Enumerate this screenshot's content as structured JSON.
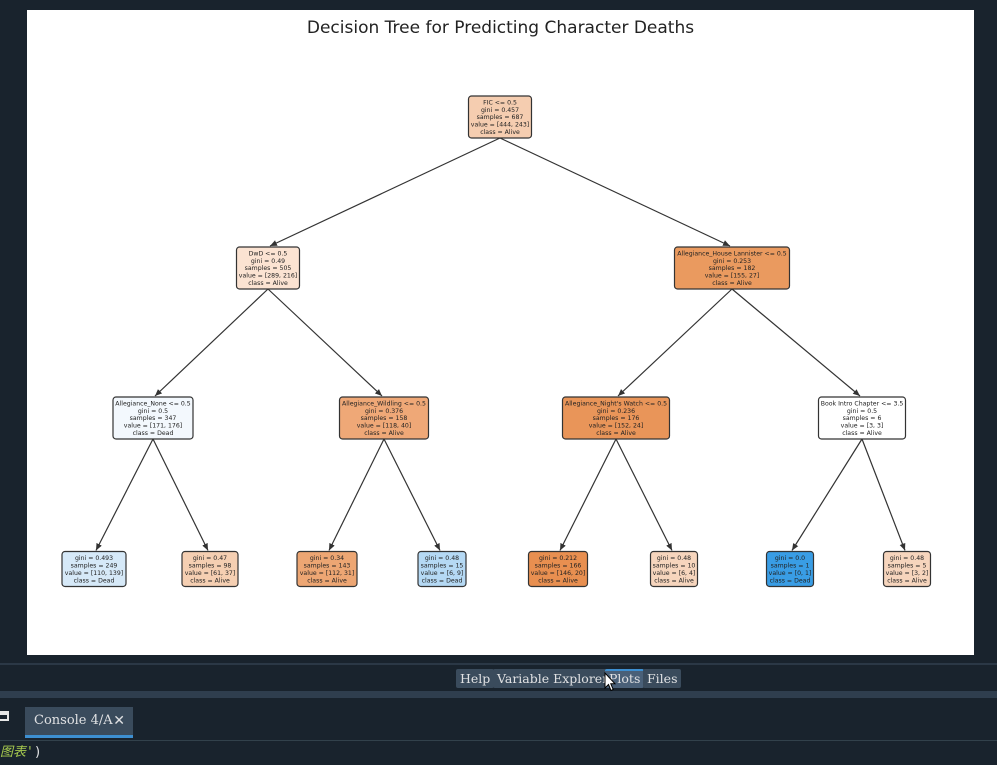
{
  "plot": {
    "title": "Decision Tree for Predicting Character Deaths",
    "nodes": [
      {
        "id": "n0",
        "fill": "#f5cdb0",
        "lines": [
          "FIC <= 0.5",
          "gini = 0.457",
          "samples = 687",
          "value = [444, 243]",
          "class = Alive"
        ]
      },
      {
        "id": "n1",
        "fill": "#fbe3d2",
        "lines": [
          "DwD <= 0.5",
          "gini = 0.49",
          "samples = 505",
          "value = [289, 216]",
          "class = Alive"
        ]
      },
      {
        "id": "n2",
        "fill": "#ea9a5f",
        "lines": [
          "Allegiance_House Lannister <= 0.5",
          "gini = 0.253",
          "samples = 182",
          "value = [155, 27]",
          "class = Alive"
        ]
      },
      {
        "id": "n3",
        "fill": "#f3f8fd",
        "lines": [
          "Allegiance_None <= 0.5",
          "gini = 0.5",
          "samples = 347",
          "value = [171, 176]",
          "class = Dead"
        ]
      },
      {
        "id": "n4",
        "fill": "#efa877",
        "lines": [
          "Allegiance_Wildling <= 0.5",
          "gini = 0.376",
          "samples = 158",
          "value = [118, 40]",
          "class = Alive"
        ]
      },
      {
        "id": "n5",
        "fill": "#e99559",
        "lines": [
          "Allegiance_Night's Watch <= 0.5",
          "gini = 0.236",
          "samples = 176",
          "value = [152, 24]",
          "class = Alive"
        ]
      },
      {
        "id": "n6",
        "fill": "#ffffff",
        "lines": [
          "Book Intro Chapter <= 3.5",
          "gini = 0.5",
          "samples = 6",
          "value = [3, 3]",
          "class = Alive"
        ]
      },
      {
        "id": "n7",
        "fill": "#d6e9f8",
        "lines": [
          "gini = 0.493",
          "samples = 249",
          "value = [110, 139]",
          "class = Dead"
        ]
      },
      {
        "id": "n8",
        "fill": "#f5cfb2",
        "lines": [
          "gini = 0.47",
          "samples = 98",
          "value = [61, 37]",
          "class = Alive"
        ]
      },
      {
        "id": "n9",
        "fill": "#eda673",
        "lines": [
          "gini = 0.34",
          "samples = 143",
          "value = [112, 31]",
          "class = Alive"
        ]
      },
      {
        "id": "n10",
        "fill": "#b5d9f4",
        "lines": [
          "gini = 0.48",
          "samples = 15",
          "value = [6, 9]",
          "class = Dead"
        ]
      },
      {
        "id": "n11",
        "fill": "#e88f50",
        "lines": [
          "gini = 0.212",
          "samples = 166",
          "value = [146, 20]",
          "class = Alive"
        ]
      },
      {
        "id": "n12",
        "fill": "#f6d5bd",
        "lines": [
          "gini = 0.48",
          "samples = 10",
          "value = [6, 4]",
          "class = Alive"
        ]
      },
      {
        "id": "n13",
        "fill": "#399de5",
        "lines": [
          "gini = 0.0",
          "samples = 1",
          "value = [0, 1]",
          "class = Dead"
        ]
      },
      {
        "id": "n14",
        "fill": "#f6d5bd",
        "lines": [
          "gini = 0.48",
          "samples = 5",
          "value = [3, 2]",
          "class = Alive"
        ]
      }
    ]
  },
  "pane_tabs": [
    {
      "label": "Help",
      "active": false
    },
    {
      "label": "Variable Explorer",
      "active": false
    },
    {
      "label": "Plots",
      "active": true
    },
    {
      "label": "Files",
      "active": false
    }
  ],
  "console": {
    "tab_label": "Console 4/A",
    "close_glyph": "✕",
    "line_string": "图表'",
    "line_paren": ")"
  }
}
